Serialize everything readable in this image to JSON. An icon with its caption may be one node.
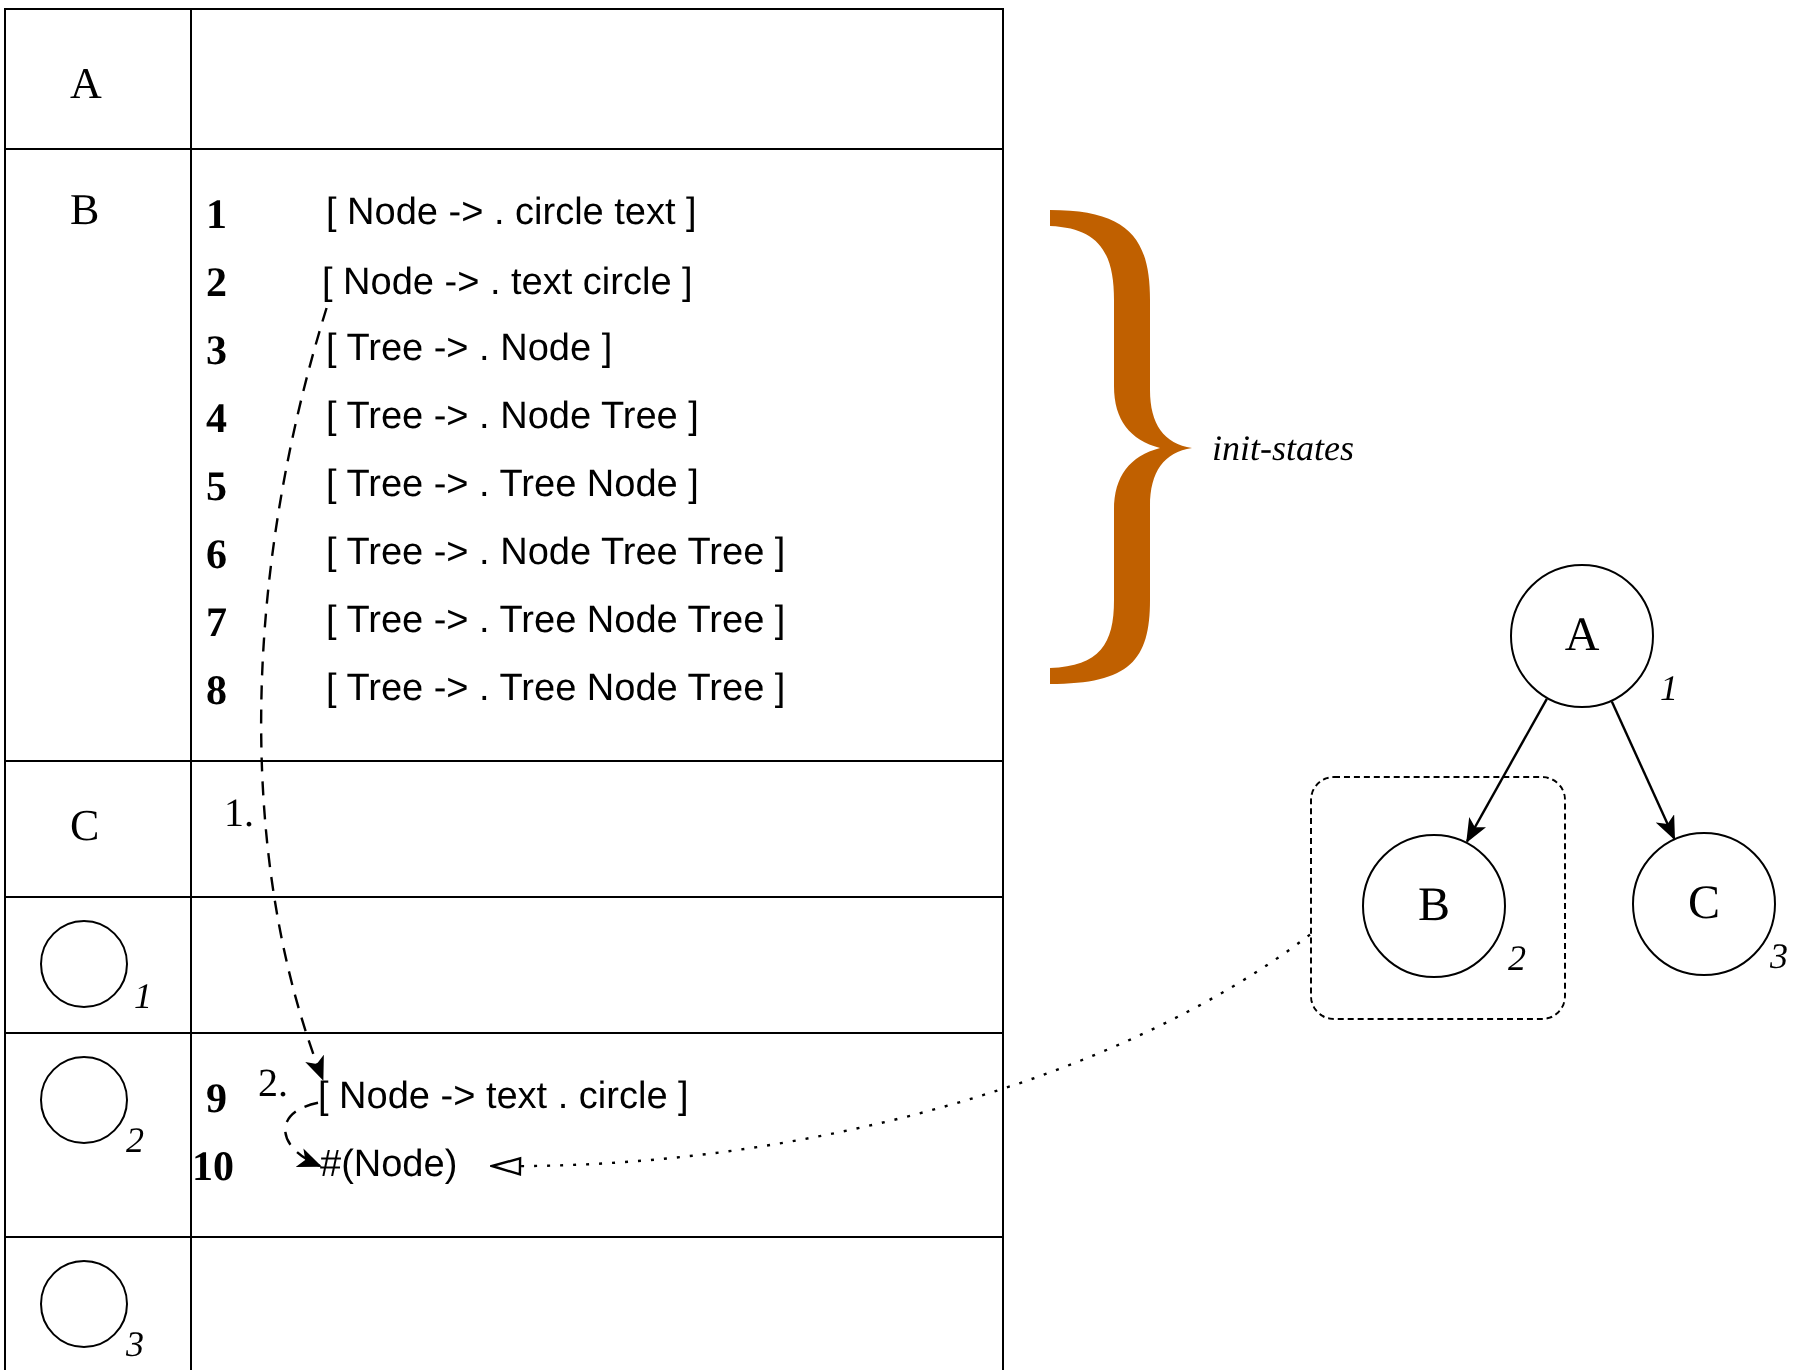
{
  "diagram": {
    "nodes": [
      {
        "text": [
          "[ Node -> . text circle ]"
        ]
      },
      {
        "text": [],
        "shape": "circle",
        "beside": [
          "1"
        ]
      },
      {
        "text": [],
        "shape": "circle",
        "beside": [
          "2"
        ]
      },
      {
        "text": [
          "[ Node -> text . circle ]"
        ]
      },
      {
        "text": [
          "#(Node)"
        ]
      },
      {
        "text": [],
        "shape": "circle",
        "beside": [
          "3"
        ]
      },
      {
        "text": [
          "A"
        ],
        "beside": [
          "1"
        ]
      },
      {
        "text": [],
        "shape": "box"
      },
      {
        "text": [
          "B"
        ],
        "beside": [
          "2"
        ],
        "in": 7
      },
      {
        "text": [
          "C"
        ],
        "beside": [
          "3"
        ]
      },
      {
        "text": [],
        "shape": "brace",
        "beside": [
          "init-states"
        ]
      }
    ],
    "edges": [
      {
        "from": 0,
        "to": 3,
        "arrow": "to",
        "label": "1.",
        "style": "dashed"
      },
      {
        "from": 3,
        "to": 4,
        "arrow": "to",
        "label": "2.",
        "style": "dashed"
      },
      {
        "from": 7,
        "to": 4,
        "arrow": "to",
        "style": "dashed"
      },
      {
        "from": 6,
        "to": 8,
        "arrow": "to"
      },
      {
        "from": 6,
        "to": 9,
        "arrow": "to"
      }
    ],
    "labels": [
      "A",
      "B",
      "1",
      "[ Node -> . circle text ]",
      "2",
      "3",
      "[ Tree -> . Node ]",
      "4",
      "[ Tree -> . Node Tree ]",
      "5",
      "[ Tree -> . Tree Node ]",
      "6",
      "[ Tree -> . Node Tree Tree ]",
      "7",
      "[ Tree -> . Tree Node Tree ]",
      "8",
      "[ Tree -> . Tree Node Tree ]",
      "C",
      "9",
      "10"
    ]
  }
}
